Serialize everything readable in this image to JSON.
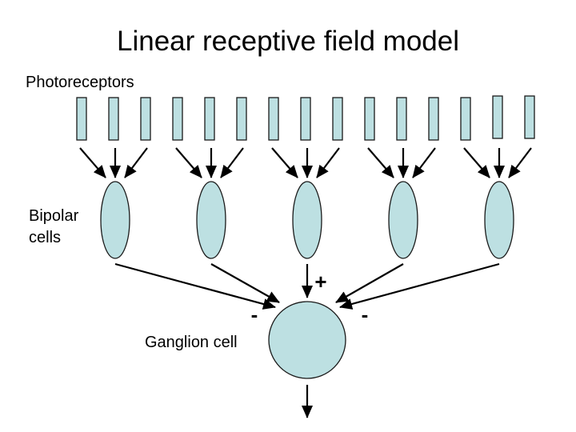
{
  "title": "Linear receptive field model",
  "labels": {
    "photoreceptors": "Photoreceptors",
    "bipolar_line1": "Bipolar",
    "bipolar_line2": "cells",
    "ganglion": "Ganglion cell"
  },
  "signs": {
    "center": "+",
    "left": "-",
    "right": "-"
  },
  "colors": {
    "cell_fill": "#bde0e2",
    "stroke": "#000000"
  },
  "structure": {
    "photoreceptor_groups": 5,
    "photoreceptors_per_group": 3,
    "bipolar_cells": 5,
    "ganglion_cells": 1,
    "bipolar_to_ganglion_signs": [
      "-",
      "-",
      "+",
      "-",
      "-"
    ]
  }
}
